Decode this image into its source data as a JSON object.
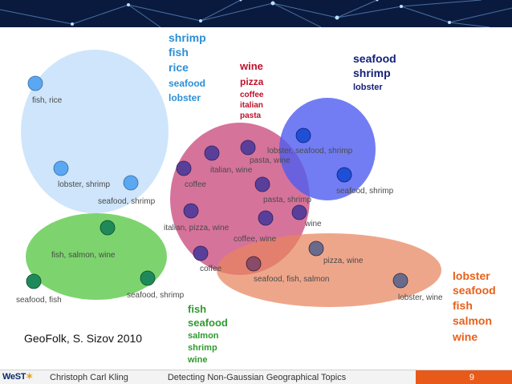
{
  "header": {
    "banner": "network-banner"
  },
  "clusters": [
    {
      "id": "light-blue",
      "color": "#c9e2fb",
      "points": [
        {
          "label": "fish, rice",
          "fill": "#5aa7f2"
        },
        {
          "label": "lobster, shrimp",
          "fill": "#5aa7f2"
        },
        {
          "label": "seafood, shrimp",
          "fill": "#5aa7f2"
        }
      ],
      "keywords": [
        "shrimp",
        "fish",
        "rice",
        "seafood",
        "lobster"
      ],
      "keyword_color": "#2b8fd6"
    },
    {
      "id": "green",
      "color": "#66cc55",
      "points": [
        {
          "label": "fish, salmon, wine",
          "fill": "#1e8a5a"
        },
        {
          "label": "seafood, fish",
          "fill": "#1e8a5a"
        },
        {
          "label": "seafood, shrimp",
          "fill": "#1e8a5a"
        }
      ],
      "keywords": [
        "fish",
        "seafood",
        "salmon",
        "shrimp",
        "wine"
      ],
      "keyword_color": "#2e9a2e"
    },
    {
      "id": "pink",
      "color": "#cf5a8a",
      "points": [
        {
          "label": "coffee",
          "fill": "#5a3f9a"
        },
        {
          "label": "italian, wine",
          "fill": "#5a3f9a"
        },
        {
          "label": "pasta, wine",
          "fill": "#5a3f9a"
        },
        {
          "label": "pasta, shrimp",
          "fill": "#5a3f9a"
        },
        {
          "label": "italian, pizza, wine",
          "fill": "#5a3f9a"
        },
        {
          "label": "coffee, wine",
          "fill": "#5a3f9a"
        },
        {
          "label": "wine",
          "fill": "#5a3f9a"
        },
        {
          "label": "coffee",
          "fill": "#5a3f9a"
        }
      ],
      "keywords": [
        "wine",
        "pizza",
        "coffee",
        "italian",
        "pasta"
      ],
      "keyword_color": "#c0102a"
    },
    {
      "id": "blue",
      "color": "#4f5cf0",
      "points": [
        {
          "label": "lobster, seafood, shrimp",
          "fill": "#1f4fd6"
        },
        {
          "label": "seafood, shrimp",
          "fill": "#1f4fd6"
        }
      ],
      "keywords": [
        "seafood",
        "shrimp",
        "lobster"
      ],
      "keyword_color": "#14207a"
    },
    {
      "id": "orange",
      "color": "#e8845e",
      "points": [
        {
          "label": "pizza, wine",
          "fill": "#6a6a8a"
        },
        {
          "label": "seafood, fish, salmon",
          "fill": "#8a4a6a"
        },
        {
          "label": "lobster, wine",
          "fill": "#6a6a8a"
        }
      ],
      "keywords": [
        "lobster",
        "seafood",
        "fish",
        "salmon",
        "wine"
      ],
      "keyword_color": "#e8601a"
    }
  ],
  "source_credit": "GeoFolk, S. Sizov 2010",
  "footer": {
    "logo_text": "WeST",
    "author": "Christoph Carl Kling",
    "title": "Detecting Non-Gaussian Geographical Topics",
    "page": "9"
  }
}
